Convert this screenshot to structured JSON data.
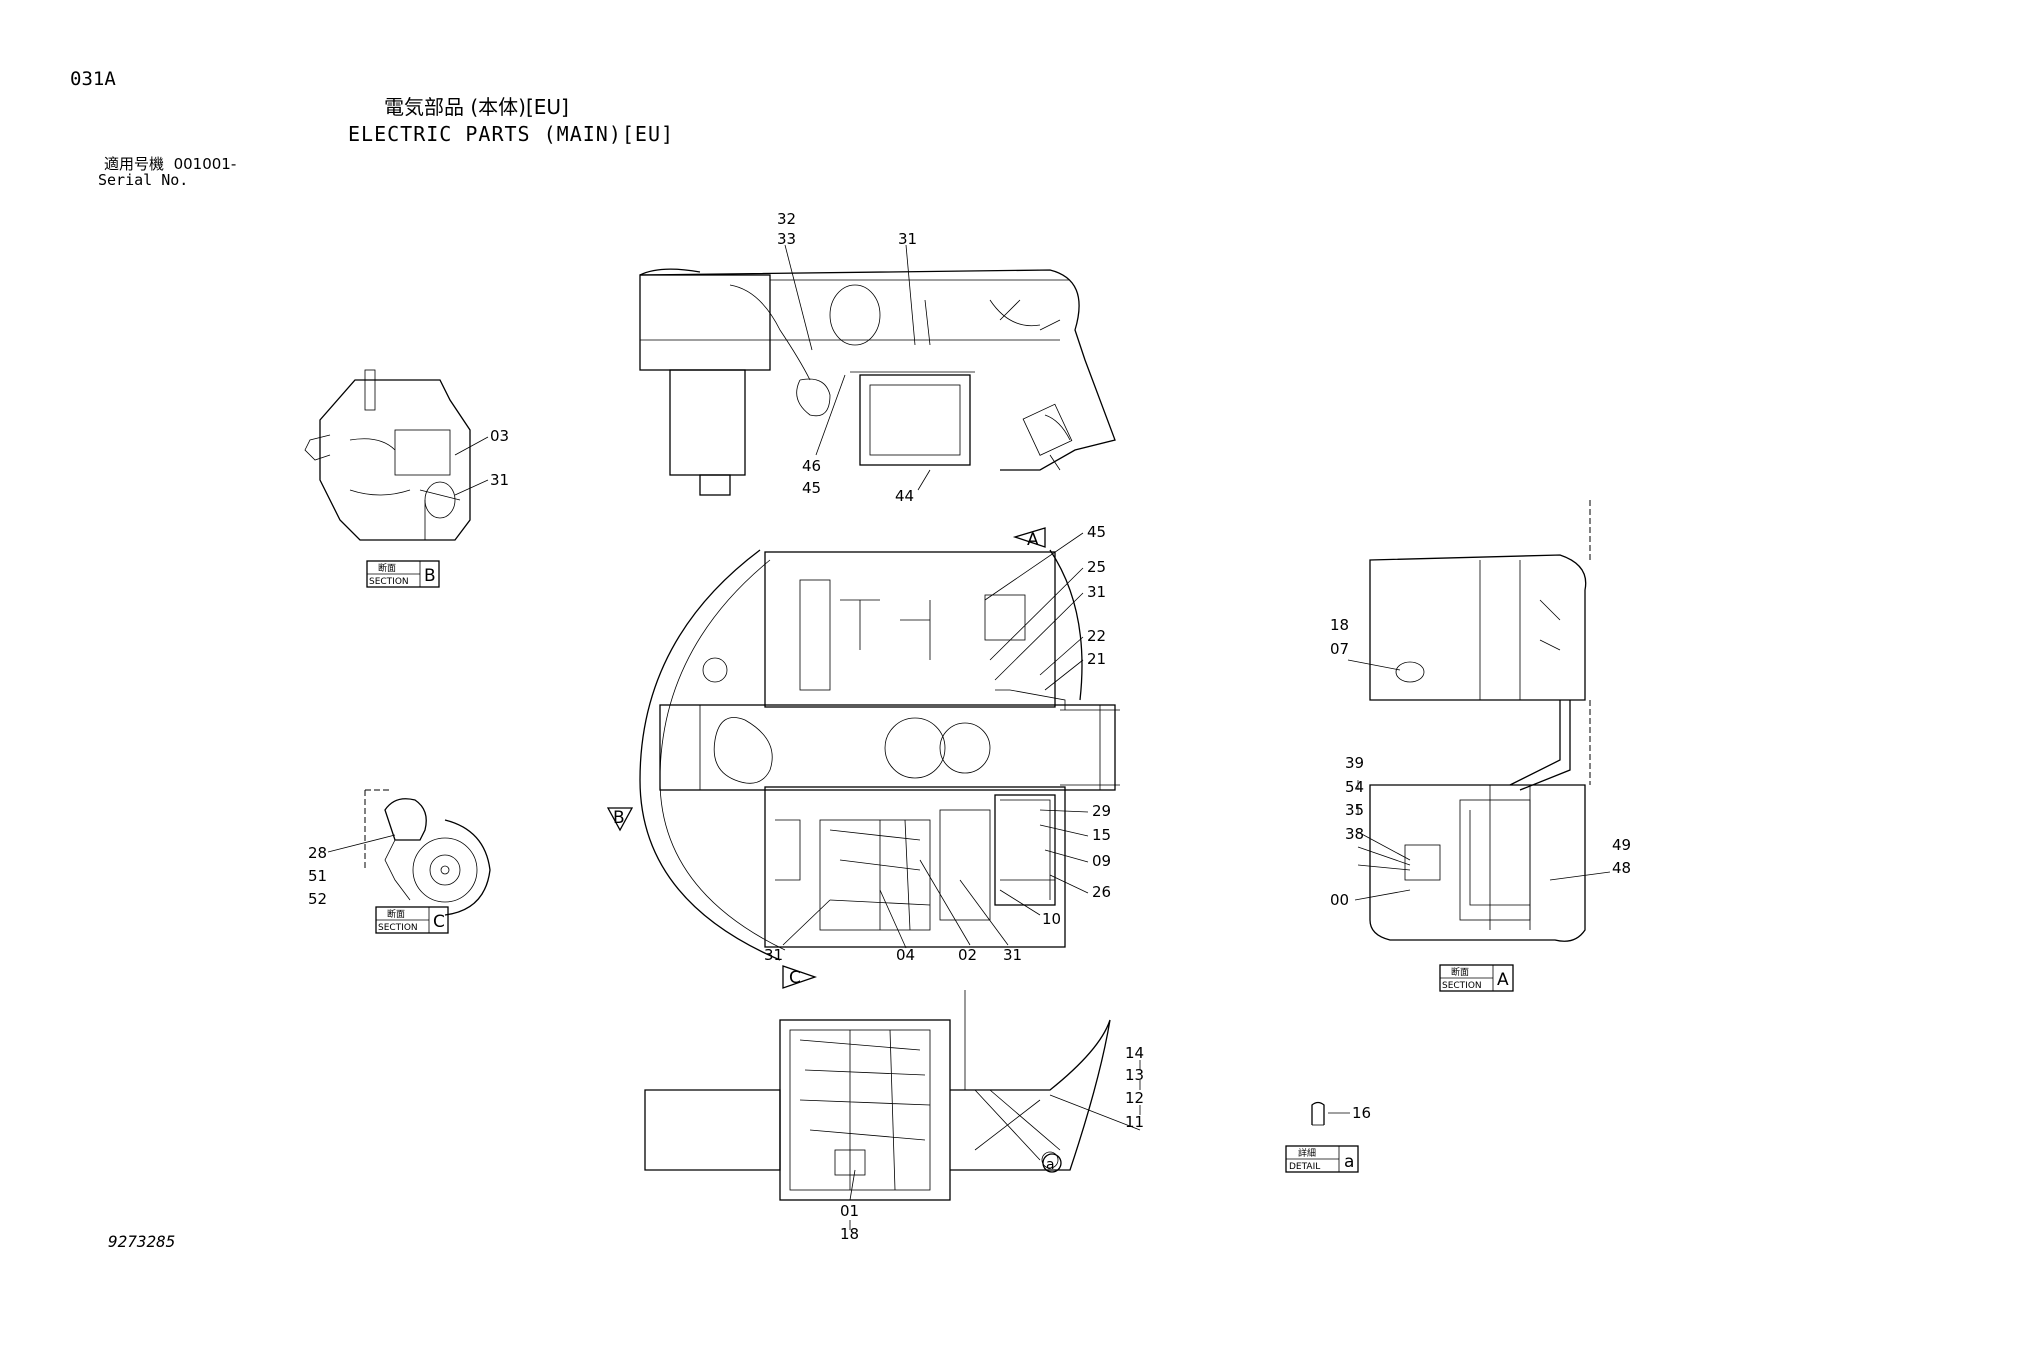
{
  "header": {
    "code": "031A",
    "title_jp": "電気部品 (本体)[EU]",
    "title_en": "ELECTRIC PARTS (MAIN)[EU]",
    "serial_label_jp": "適用号機",
    "serial_value": "001001-",
    "serial_label_en": "Serial No."
  },
  "footer": {
    "drawing_number": "9273285"
  },
  "sections": {
    "section_b": {
      "label_jp": "断面",
      "label_en": "SECTION",
      "letter": "B"
    },
    "section_c": {
      "label_jp": "断面",
      "label_en": "SECTION",
      "letter": "C"
    },
    "section_a": {
      "label_jp": "断面",
      "label_en": "SECTION",
      "letter": "A"
    },
    "detail_a": {
      "label_jp": "詳細",
      "label_en": "DETAIL",
      "letter": "a"
    }
  },
  "view_markers": {
    "a": "A",
    "b": "B",
    "c": "C",
    "detail": "a"
  },
  "callouts": {
    "top": [
      "32",
      "33",
      "31",
      "46",
      "45",
      "44"
    ],
    "section_b": [
      "03",
      "31"
    ],
    "main": [
      "45",
      "25",
      "31",
      "22",
      "21",
      "29",
      "15",
      "09",
      "26",
      "10",
      "31",
      "02",
      "04",
      "31"
    ],
    "section_c": [
      "28",
      "51",
      "52"
    ],
    "bottom": [
      "14",
      "13",
      "12",
      "11",
      "01",
      "18"
    ],
    "section_a": [
      "18",
      "07",
      "39",
      "54",
      "35",
      "38",
      "00",
      "49",
      "48"
    ],
    "detail_a": [
      "16"
    ]
  }
}
